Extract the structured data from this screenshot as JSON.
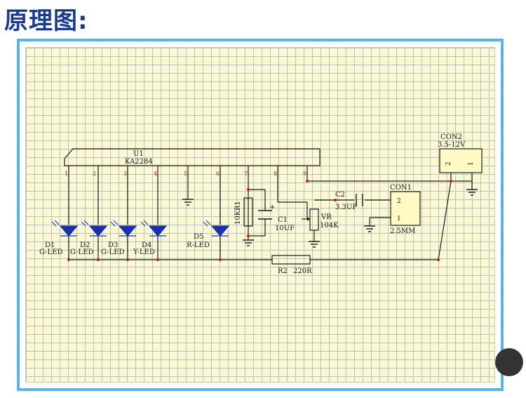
{
  "page": {
    "title": "原理图:"
  },
  "schematic": {
    "ic": {
      "ref": "U1",
      "part": "KA2284",
      "pins": [
        "1",
        "2",
        "3",
        "4",
        "5",
        "6",
        "7",
        "8",
        "9"
      ]
    },
    "leds": [
      {
        "ref": "D1",
        "value": "G-LED"
      },
      {
        "ref": "D2",
        "value": "G-LED"
      },
      {
        "ref": "D3",
        "value": "G-LED"
      },
      {
        "ref": "D4",
        "value": "Y-LED"
      },
      {
        "ref": "D5",
        "value": "R-LED"
      }
    ],
    "r1": {
      "ref": "R1",
      "value": "10K"
    },
    "c1": {
      "ref": "C1",
      "value": "10UF"
    },
    "vr": {
      "ref": "VR",
      "value": "104K"
    },
    "c2": {
      "ref": "C2",
      "value": "3.3UF"
    },
    "r2": {
      "ref": "R2",
      "value": "220R"
    },
    "con1": {
      "ref": "CON1",
      "value": "2.5MM",
      "pins": [
        "2",
        "1"
      ]
    },
    "con2": {
      "ref": "CON2",
      "value": "3.5-12V",
      "pins": [
        "2",
        "1"
      ]
    }
  }
}
